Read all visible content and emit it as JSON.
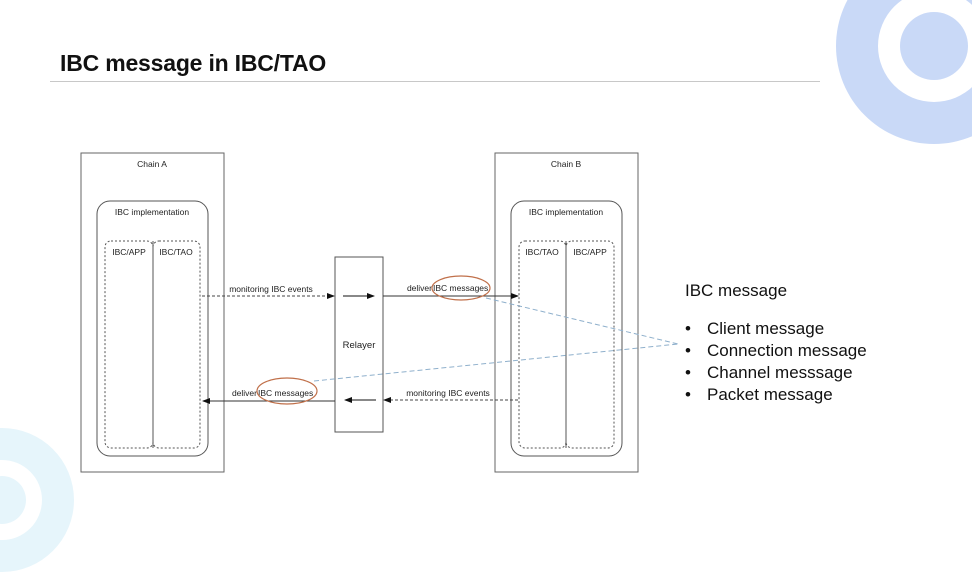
{
  "slide": {
    "title": "IBC message in IBC/TAO"
  },
  "diagram": {
    "chain_a": {
      "label": "Chain A",
      "impl_label": "IBC implementation",
      "modules": [
        "IBC/APP",
        "IBC/TAO"
      ]
    },
    "chain_b": {
      "label": "Chain B",
      "impl_label": "IBC implementation",
      "modules": [
        "IBC/TAO",
        "IBC/APP"
      ]
    },
    "relayer": {
      "label": "Relayer"
    },
    "edges": {
      "a_to_relayer": "monitoring IBC events",
      "relayer_to_b_prefix": "deliver",
      "relayer_to_b_highlight": "IBC messages",
      "b_to_relayer": "monitoring IBC events",
      "relayer_to_a_prefix": "deliver",
      "relayer_to_a_highlight": "IBC messages"
    },
    "colors": {
      "box_stroke": "#555555",
      "highlight_ellipse": "#c0704a",
      "callout_line": "#8fb0cc",
      "deco_blue": "#c9d9f7",
      "deco_cyan": "#e6f5fb"
    }
  },
  "side_panel": {
    "heading": "IBC message",
    "bullet_glyph": "•",
    "items": [
      "Client message",
      "Connection message",
      "Channel messsage",
      "Packet message"
    ]
  }
}
